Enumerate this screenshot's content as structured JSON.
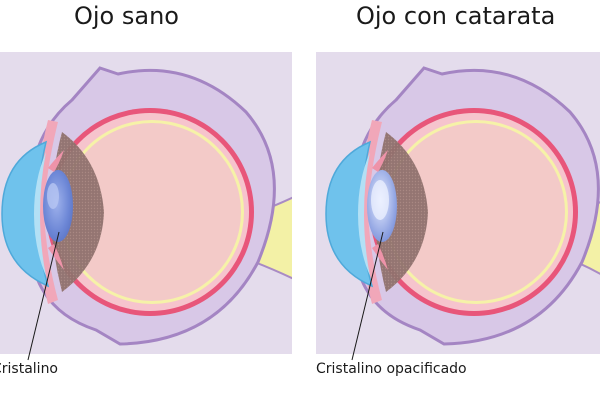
{
  "panels": [
    {
      "title": "Ojo sano",
      "callout": "Cristalino"
    },
    {
      "title": "Ojo con catarata",
      "callout": "Cristalino opacificado"
    }
  ],
  "colors": {
    "background_panel": "#e4dcec",
    "sclera_outer": "#a98bc4",
    "sclera_fill": "#d6c6e6",
    "retina_red": "#e8567a",
    "choroid_pink": "#f4b6c2",
    "vitreous": "#f3cac8",
    "yellow_ring": "#f6f2a8",
    "cornea_blue": "#6fc2ec",
    "aqueous_blue": "#b3e0f5",
    "lens_blue": "#6c88d8",
    "cataract_lens": "#a9b9e8",
    "iris_pink": "#f1a7b9",
    "optic_nerve": "#f2f0a0",
    "shadow_brown": "#8a6d6a"
  }
}
